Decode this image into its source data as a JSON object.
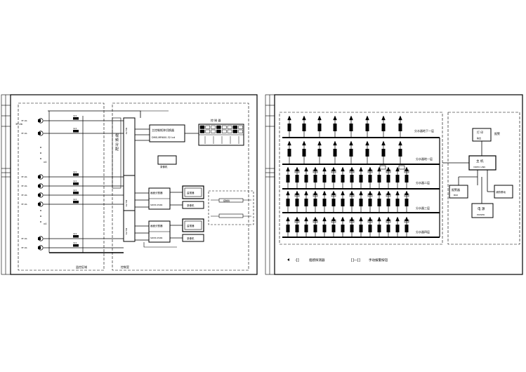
{
  "left_sheet": {
    "feed_label": "3F-4b",
    "floor_codes_top": [
      "3F-4b",
      "3F-4b"
    ],
    "floor_codes_mid": [
      "3F-4b",
      "3F-4b",
      "3F-4b",
      "3F-4b"
    ],
    "floor_codes_bot": [
      "3F-4b",
      "3F-4b"
    ],
    "dots_labels": [
      "x4",
      "x4"
    ],
    "branch_tags": [
      "4x1",
      "4x1",
      "4x1",
      "4x1",
      "4x1",
      "4x1",
      "4x1",
      "4x1"
    ],
    "bottom_left_label": "监控区域",
    "bottom_mid_label": "控制室",
    "vertical_text": "视 频 分 配",
    "equipment_top_title": "主控制矩阵切换器",
    "equipment_top_sub": "DMS-MR600-32 lcd",
    "keyboard_title": "控 制 器",
    "recorder_tag": "录像机",
    "group1_title": "画面分割器",
    "group1_sub": "SDMX-P16R",
    "group2_title": "画面分割器",
    "group2_sub": "SDMX-P16R",
    "monitor_tags": [
      "监视器",
      "监视器"
    ],
    "vcr_tags": [
      "录像机",
      "录像机"
    ],
    "rack_labels": [
      "RG-59",
      "RG-59",
      "RG-59"
    ],
    "inset_label": "控制线"
  },
  "right_sheet": {
    "floor_labels": [
      "分水器地下一层",
      "分水器地一层",
      "分水器二层",
      "分水器三层",
      "分水器四层"
    ],
    "host_title": "主 机",
    "host_sub": "VIDEO LINK",
    "box_top_title": "打 印",
    "box_top_sub": "输出",
    "box_top_side": "报警",
    "box_left_title": "报警器",
    "box_left_sub": "BOX",
    "box_right_title": "消防联动",
    "box_bottom_title": "电 源",
    "box_bottom_sub": "POWER",
    "legend_1": "烟感探测器",
    "legend_2": "手动报警按钮",
    "legend_1_symbol": "-[]",
    "legend_2_symbol": "[]—[]"
  }
}
